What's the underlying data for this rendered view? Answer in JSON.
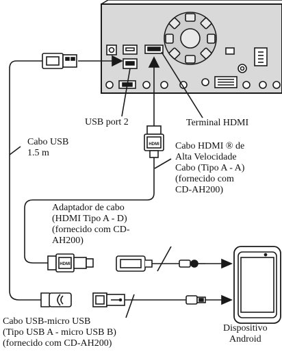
{
  "labels": {
    "usb_port": "USB port 2",
    "terminal_hdmi": "Terminal HDMI",
    "cabo_usb": "Cabo USB\n1.5 m",
    "cabo_hdmi": "Cabo HDMI ®   de\nAlta Velocidade\nCabo (Tipo A - A)\n(fornecido com\nCD-AH200)",
    "adaptador": "Adaptador de cabo\n(HDMI Tipo A - D)\n(fornecido com CD-\nAH200)",
    "cabo_usb_micro": "Cabo USB-micro USB\n(Tipo USB A - micro USB B)\n(fornecido com CD-AH200)",
    "dispositivo": "Dispositivo\nAndroid",
    "hdmi_logo": "HDMI"
  },
  "colors": {
    "stroke": "#1a1a1a",
    "panel": "#d9d9d9",
    "panel_dark": "#a8a8a8",
    "white": "#ffffff"
  }
}
